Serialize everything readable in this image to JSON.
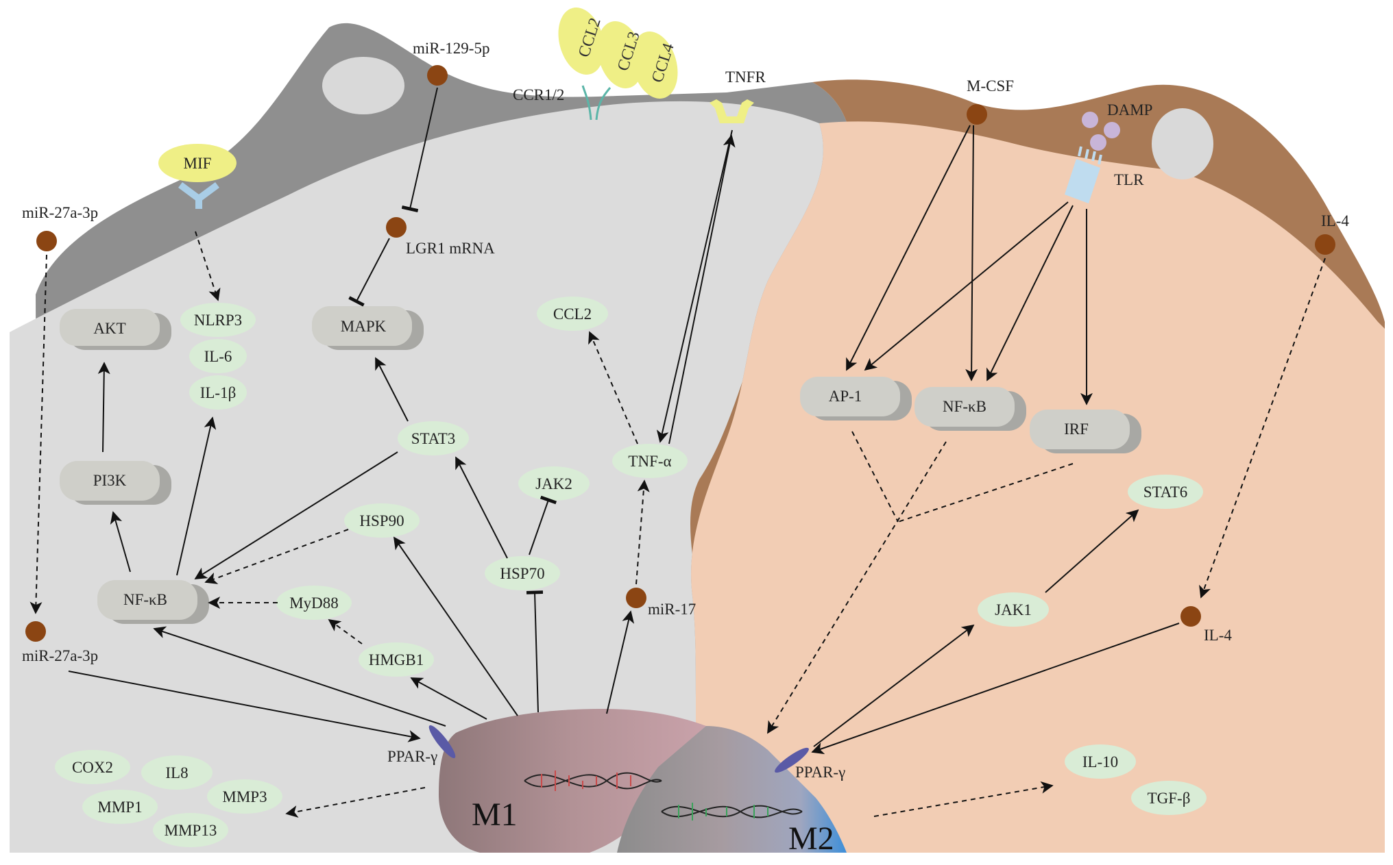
{
  "colors": {
    "m1_membrane": "#8f8f8f",
    "m1_cytoplasm": "#dcdcdc",
    "m2_membrane": "#a97a56",
    "m2_cytoplasm": "#f2cdb4",
    "miRNA_dot": "#8b4513",
    "cytokine": "#d9ecd6",
    "kinase_box": "#cfcfc9",
    "ligand_yellow": "#efef86",
    "receptor_blue": "#a9cde6",
    "ppar": "#5a5aa6",
    "m2_nucleus_accent": "#3d8fd9"
  },
  "m1": {
    "label": "M1",
    "mirnas": {
      "mir_27a_top": "miR-27a-3p",
      "mir_27a_bottom": "miR-27a-3p",
      "mir_129": "miR-129-5p",
      "mir_17": "miR-17"
    },
    "lgr1": "LGR1 mRNA",
    "ligands": {
      "mif": "MIF",
      "ccl2": "CCL2",
      "ccl3": "CCL3",
      "ccl4": "CCL4"
    },
    "receptors": {
      "ccr": "CCR1/2",
      "tnfr": "TNFR"
    },
    "kinases": {
      "akt": "AKT",
      "mapk": "MAPK",
      "pi3k": "PI3K",
      "nfkb": "NF-κB"
    },
    "cytokines": {
      "nlrp3": "NLRP3",
      "il6": "IL-6",
      "il1b": "IL-1β",
      "ccl2_inner": "CCL2",
      "stat3": "STAT3",
      "jak2": "JAK2",
      "tnfa": "TNF-α",
      "hsp90": "HSP90",
      "hsp70": "HSP70",
      "myd88": "MyD88",
      "hmgb1": "HMGB1",
      "cox2": "COX2",
      "il8": "IL8",
      "mmp3": "MMP3",
      "mmp1": "MMP1",
      "mmp13": "MMP13"
    },
    "ppar": "PPAR-γ"
  },
  "m2": {
    "label": "M2",
    "mcsf": "M-CSF",
    "damp": "DAMP",
    "tlr": "TLR",
    "il4_top": "IL-4",
    "il4_bottom": "IL-4",
    "kinases": {
      "ap1": "AP-1",
      "nfkb": "NF-κB",
      "irf": "IRF"
    },
    "cytokines": {
      "stat6": "STAT6",
      "jak1": "JAK1",
      "il10": "IL-10",
      "tgfb": "TGF-β"
    },
    "ppar": "PPAR-γ"
  }
}
